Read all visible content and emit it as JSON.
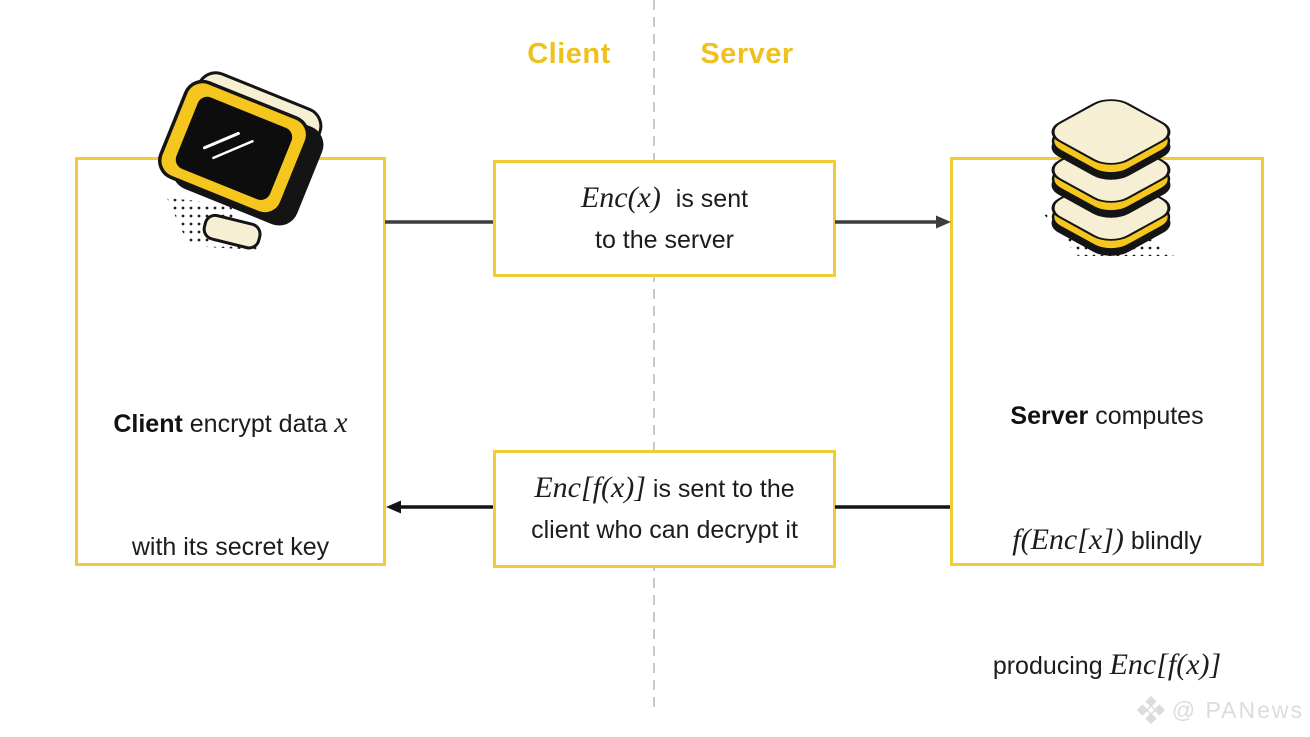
{
  "header": {
    "client_label": "Client",
    "server_label": "Server"
  },
  "client_box": {
    "bold_word": "Client",
    "line1_text": " encrypt data ",
    "line1_math": "x",
    "line2": "with its secret key"
  },
  "top_message_box": {
    "math": "Enc(x)",
    "line1_rest": " is sent",
    "line2": "to the server"
  },
  "bottom_message_box": {
    "math": "Enc[f(x)]",
    "line1_rest": " is sent to the",
    "line2": "client who can decrypt it"
  },
  "server_box": {
    "bold_word": "Server",
    "line1_rest": " computes",
    "line2_math": "f(Enc[x])",
    "line2_rest": " blindly",
    "line3_text": "producing ",
    "line3_math": "Enc[f(x)]"
  },
  "icons": {
    "client": "monitor-icon",
    "server": "database-stack-icon",
    "watermark": "panews-logo-icon"
  },
  "watermark": {
    "text": "@ PANews"
  },
  "colors": {
    "accent_yellow": "#EFC01E",
    "border_yellow": "#F2CB35",
    "icon_yellow": "#F5C61D",
    "cream": "#F6EFD4",
    "ink": "#141414",
    "dash_gray": "#C9C9C9",
    "arrow_dark": "#3C3C3C",
    "arrow_black": "#141414",
    "watermark_gray": "#DCDCDC"
  }
}
